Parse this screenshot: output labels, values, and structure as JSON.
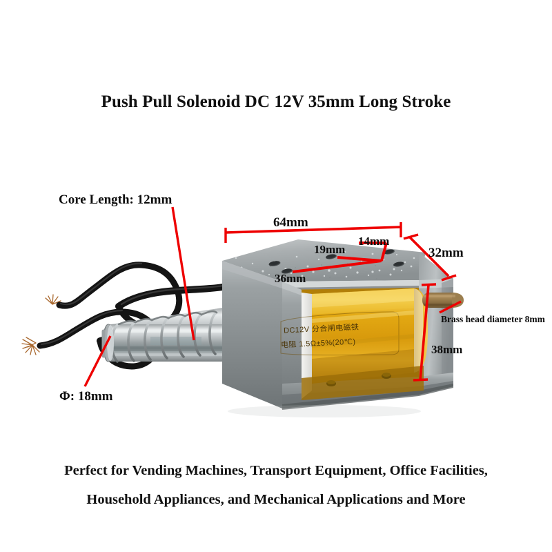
{
  "page": {
    "background": "#ffffff",
    "title": "Push Pull Solenoid DC 12V 35mm Long Stroke",
    "caption_line_1": "Perfect for Vending Machines, Transport Equipment, Office Facilities,",
    "caption_line_2": "Household Appliances, and Mechanical Applications and More"
  },
  "annotation_color": "#ee0000",
  "annotations": [
    {
      "id": "core-length",
      "label": "Core Length: 12mm"
    },
    {
      "id": "phi",
      "label": "Φ: 18mm"
    },
    {
      "id": "width",
      "label": "64mm"
    },
    {
      "id": "hole-14",
      "label": "14mm"
    },
    {
      "id": "hole-19",
      "label": "19mm"
    },
    {
      "id": "hole-36",
      "label": "36mm"
    },
    {
      "id": "depth",
      "label": "32mm"
    },
    {
      "id": "height",
      "label": "38mm"
    },
    {
      "id": "brass-head",
      "label": "Brass head diameter 8mm"
    }
  ],
  "product_photo": {
    "alt": "push-pull-solenoid",
    "coil_label_line_1": "DC12V 分合闸电磁铁",
    "coil_label_line_2": "电阻 1.5Ω±5%(20℃)",
    "colors": {
      "coil_amber": "#e0a513",
      "coil_amber_dark": "#a9760a",
      "frame_steel": "#a8acae",
      "frame_steel_dark": "#6f7476",
      "plunger_chrome": "#c8ccce",
      "brass": "#9a7b4a",
      "wire_black": "#141414",
      "copper": "#a9682e"
    }
  }
}
